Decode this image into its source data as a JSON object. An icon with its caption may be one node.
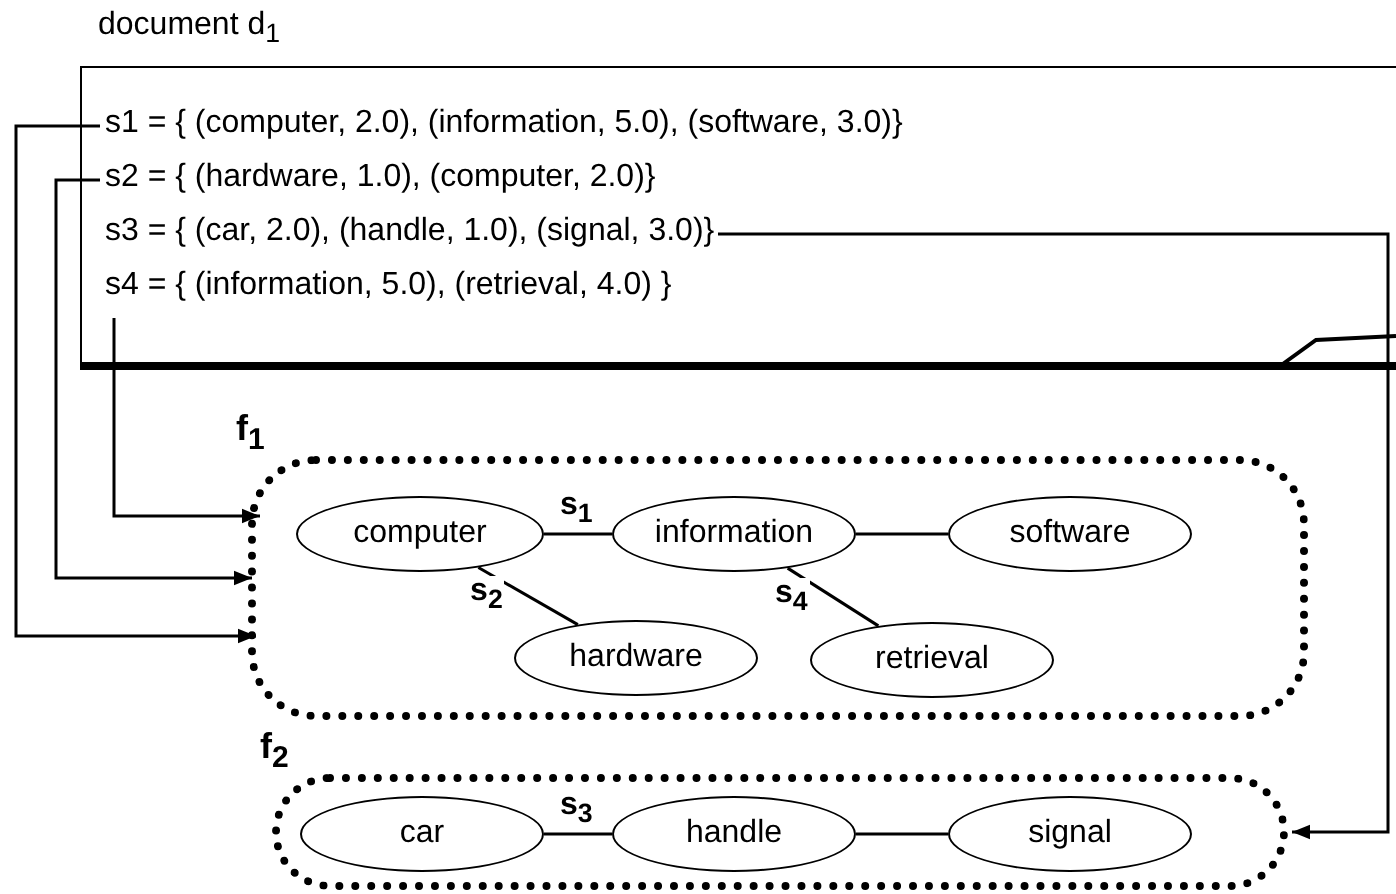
{
  "diagram": {
    "nodes": [
      {
        "text": [
          "document d$_{1}$"
        ]
      },
      {
        "text": [
          "s1 = { (computer, 2.0), (information, 5.0), (software, 3.0)}"
        ],
        "in": 0
      },
      {
        "text": [
          "s2 = { (hardware, 1.0), (computer, 2.0)}"
        ],
        "in": 0
      },
      {
        "text": [
          "s3 = { (car, 2.0), (handle, 1.0), (signal, 3.0)}"
        ],
        "in": 0
      },
      {
        "text": [
          "s4 = { (information, 5.0), (retrieval, 4.0) }"
        ],
        "in": 0
      },
      {
        "text": [
          "f$_{1}$"
        ]
      },
      {
        "text": [
          "computer"
        ],
        "in": 5
      },
      {
        "text": [
          "information"
        ],
        "in": 5
      },
      {
        "text": [
          "software"
        ],
        "in": 5
      },
      {
        "text": [
          "hardware"
        ],
        "in": 5
      },
      {
        "text": [
          "retrieval"
        ],
        "in": 5
      },
      {
        "text": [
          "f$_{2}$"
        ]
      },
      {
        "text": [
          "car"
        ],
        "in": 11
      },
      {
        "text": [
          "handle"
        ],
        "in": 11
      },
      {
        "text": [
          "signal"
        ],
        "in": 11
      }
    ],
    "edges": [
      {
        "from": 1,
        "to": 5,
        "arrow": "to"
      },
      {
        "from": 2,
        "to": 5,
        "arrow": "to"
      },
      {
        "from": 4,
        "to": 5,
        "arrow": "to"
      },
      {
        "from": 3,
        "to": 11,
        "arrow": "to"
      },
      {
        "from": 6,
        "to": 7,
        "arrow": "none",
        "label": "s$_{1}$"
      },
      {
        "from": 7,
        "to": 8,
        "arrow": "none"
      },
      {
        "from": 6,
        "to": 9,
        "arrow": "none",
        "label": "s$_{2}$"
      },
      {
        "from": 7,
        "to": 10,
        "arrow": "none",
        "label": "s$_{4}$"
      },
      {
        "from": 12,
        "to": 13,
        "arrow": "none",
        "label": "s$_{3}$"
      },
      {
        "from": 13,
        "to": 14,
        "arrow": "none"
      }
    ]
  }
}
